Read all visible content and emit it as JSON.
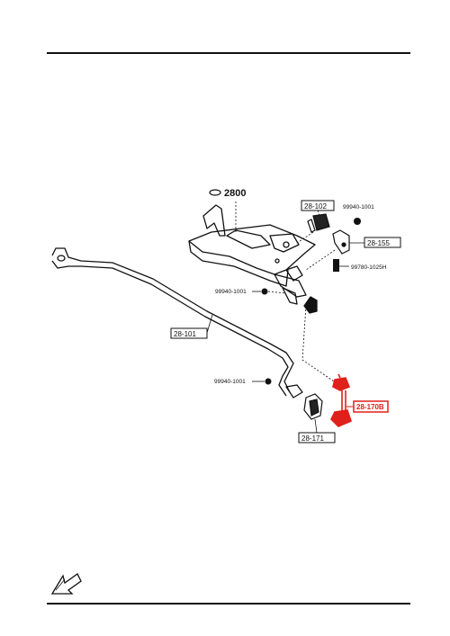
{
  "colors": {
    "line": "#111111",
    "highlight": "#e0201a"
  },
  "labels": {
    "body_ref": "2800",
    "bushing_top": "28-102",
    "bolt_top": "99940-1001",
    "bracket": "28-155",
    "bolt_side": "99780-1025H",
    "nut_mid": "99940-1001",
    "stabilizer_bar": "28-101",
    "nut_low": "99940-1001",
    "link_highlight": "28-170B",
    "bushing_low": "28-171"
  },
  "icons": {
    "front_arrow": "front-direction-arrow-icon"
  }
}
